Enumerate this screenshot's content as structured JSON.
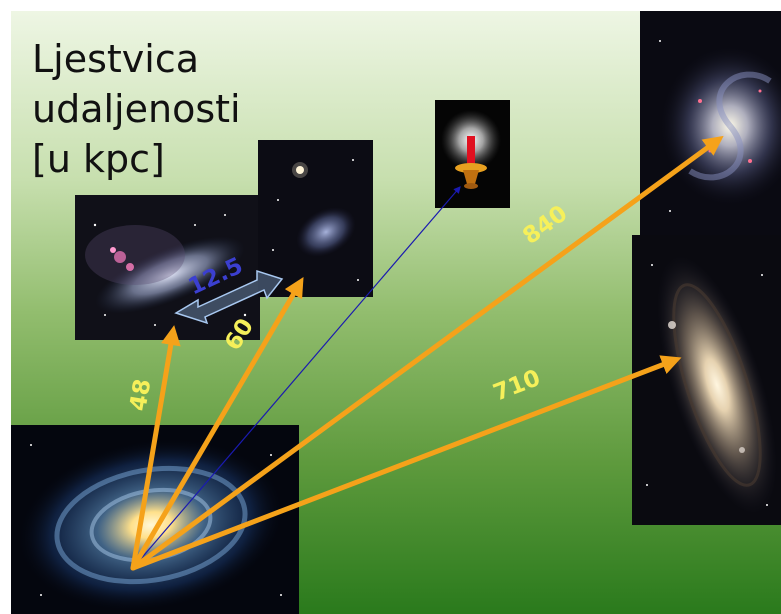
{
  "title_lines": [
    "Ljestvica",
    "udaljenosti",
    "[u kpc]"
  ],
  "distance_labels": {
    "lmc": "48",
    "smc": "60",
    "clouds_gap": "12.5",
    "andromeda": "710",
    "triangulum": "840"
  },
  "colors": {
    "arrow": "#f5a21a",
    "label_yellow": "#f6f05a",
    "label_blue": "#3b3fd0",
    "candle_line": "#1a1ab0"
  },
  "images": [
    "milky-way-galaxy",
    "large-magellanic-cloud",
    "small-magellanic-cloud",
    "standard-candle",
    "triangulum-galaxy",
    "andromeda-galaxy"
  ]
}
